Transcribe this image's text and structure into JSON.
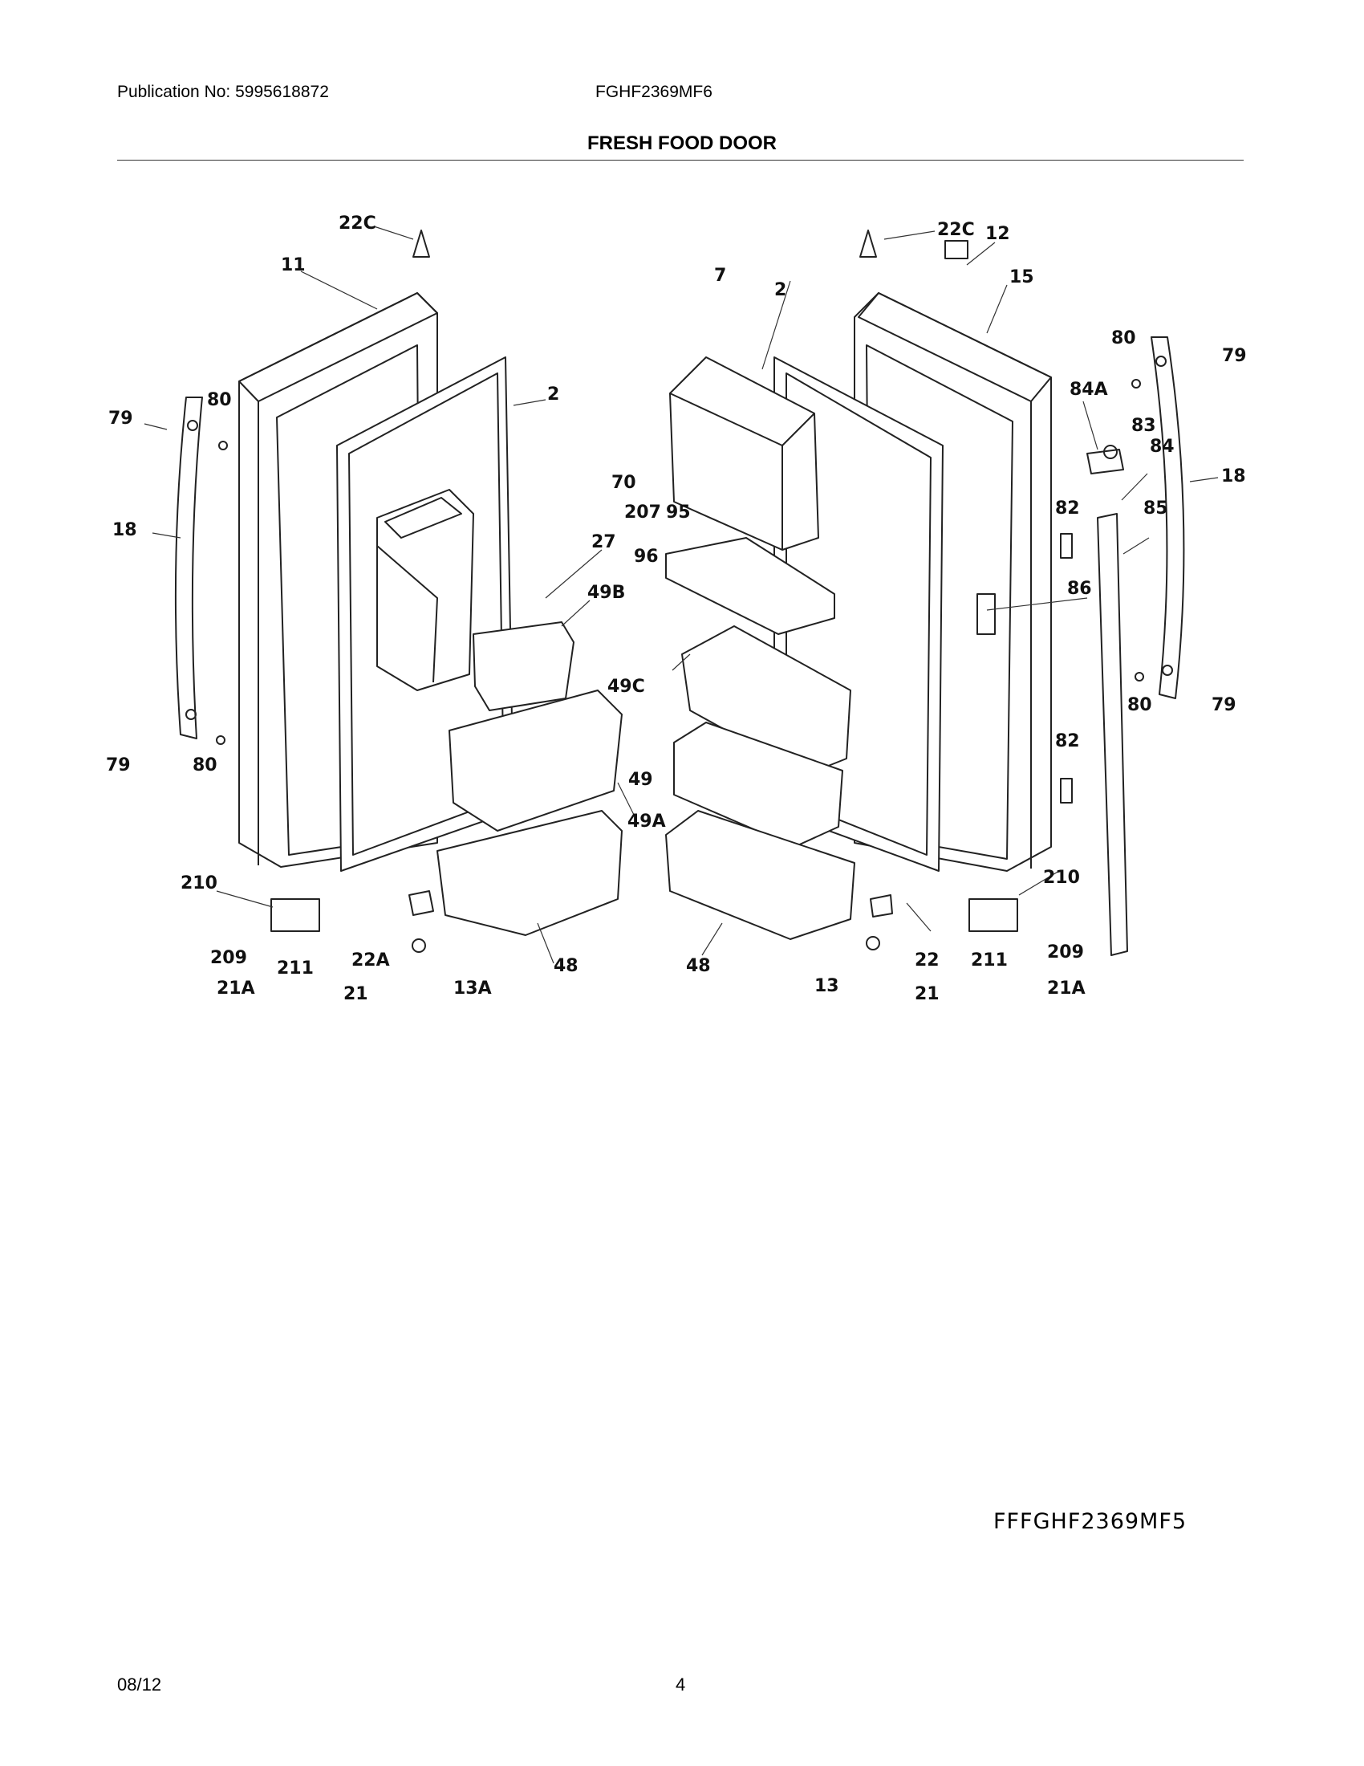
{
  "header": {
    "publication": "Publication No: 5995618872",
    "model": "FGHF2369MF6",
    "title": "FRESH FOOD DOOR"
  },
  "diagram": {
    "labels_left": [
      "22C",
      "11",
      "2",
      "79",
      "80",
      "18",
      "27",
      "49B",
      "79",
      "80",
      "49A",
      "210",
      "209",
      "21A",
      "211",
      "22A",
      "13A",
      "21",
      "48"
    ],
    "labels_right": [
      "22C",
      "12",
      "2",
      "15",
      "7",
      "80",
      "79",
      "70",
      "84A",
      "83",
      "84",
      "18",
      "207",
      "95",
      "82",
      "85",
      "96",
      "86",
      "49C",
      "80",
      "79",
      "49",
      "82",
      "210",
      "48",
      "13",
      "22",
      "211",
      "209",
      "21",
      "21A"
    ]
  },
  "footer": {
    "drawing_code": "FFFGHF2369MF5",
    "date": "08/12",
    "page": "4"
  }
}
